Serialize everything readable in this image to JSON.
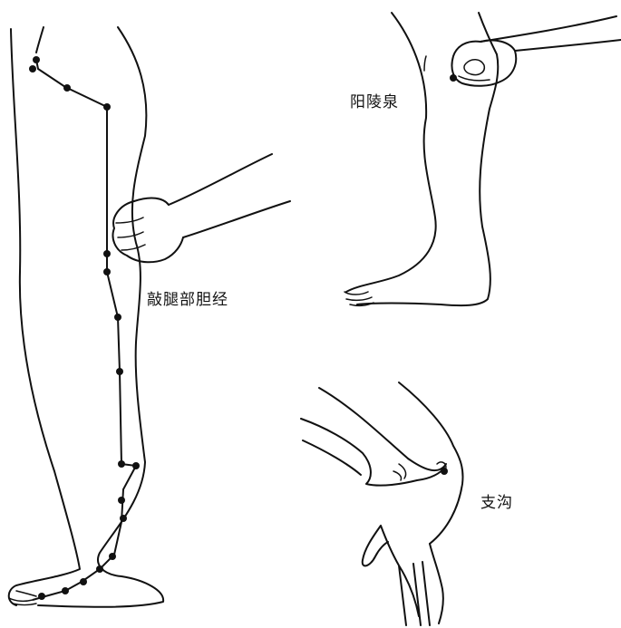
{
  "panels": {
    "leg": {
      "label": "敲腿部胆经"
    },
    "knee": {
      "label": "阳陵泉"
    },
    "arm": {
      "label": "支沟"
    }
  }
}
